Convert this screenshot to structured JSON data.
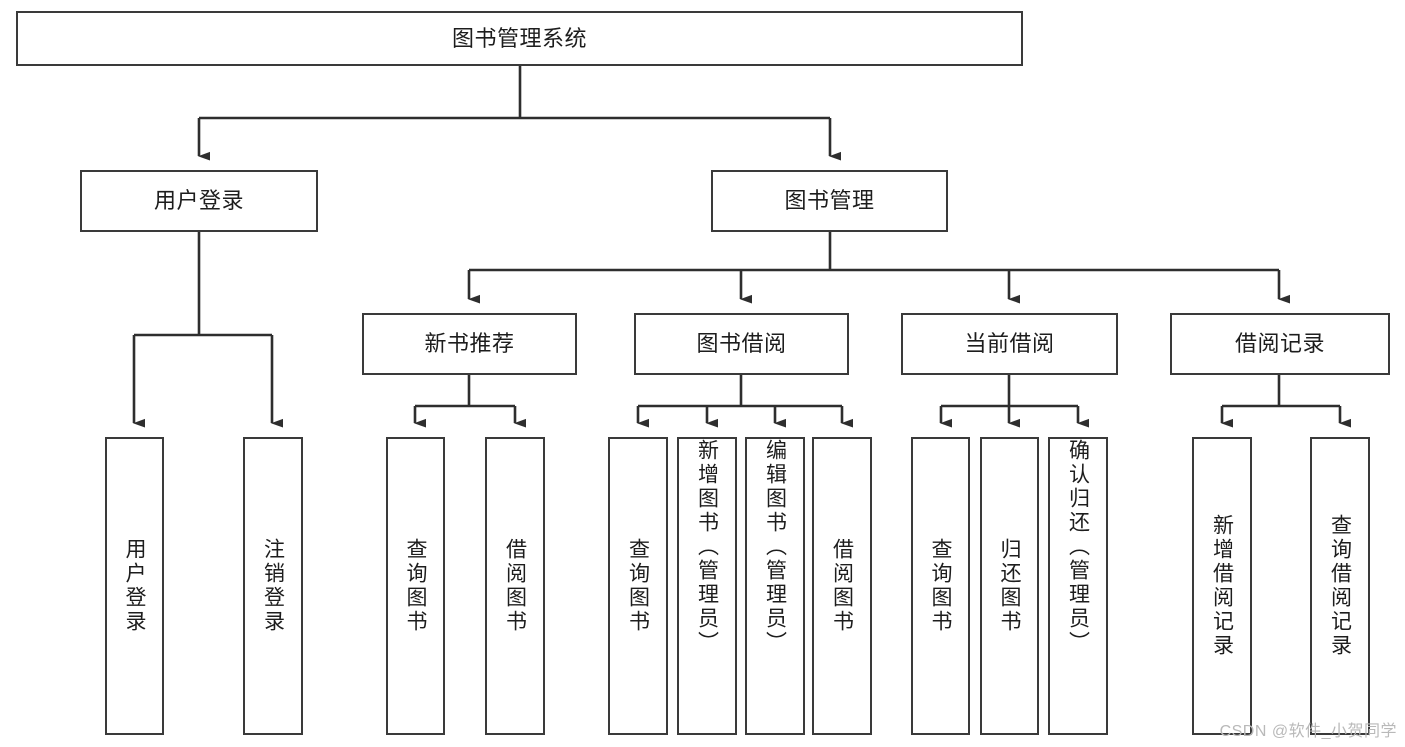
{
  "diagram": {
    "title": "图书管理系统",
    "type": "hierarchy-tree",
    "watermark": "CSDN @软件_小贺同学",
    "colors": {
      "box_border": "#3a3a3a",
      "box_fill": "#ffffff",
      "text": "#1d1d1d",
      "connector": "#2e2e2e",
      "watermark": "#b9b9b9"
    },
    "nodes": {
      "root": {
        "label": "图书管理系统"
      },
      "level2": [
        {
          "id": "user-login",
          "label": "用户登录"
        },
        {
          "id": "book-manage",
          "label": "图书管理"
        }
      ],
      "level3": [
        {
          "id": "new-book-recommend",
          "label": "新书推荐"
        },
        {
          "id": "book-borrow",
          "label": "图书借阅"
        },
        {
          "id": "current-borrow",
          "label": "当前借阅"
        },
        {
          "id": "borrow-record",
          "label": "借阅记录"
        }
      ],
      "leaves": {
        "user-login": [
          {
            "id": "leaf-user-login",
            "label": "用户登录"
          },
          {
            "id": "leaf-logout-login",
            "label": "注销登录"
          }
        ],
        "new-book-recommend": [
          {
            "id": "leaf-query-book-1",
            "label": "查询图书"
          },
          {
            "id": "leaf-borrow-book-1",
            "label": "借阅图书"
          }
        ],
        "book-borrow": [
          {
            "id": "leaf-query-book-2",
            "label": "查询图书"
          },
          {
            "id": "leaf-add-book",
            "label": "新增图书（管理员）"
          },
          {
            "id": "leaf-edit-book",
            "label": "编辑图书（管理员）"
          },
          {
            "id": "leaf-borrow-book-2",
            "label": "借阅图书"
          }
        ],
        "current-borrow": [
          {
            "id": "leaf-query-book-3",
            "label": "查询图书"
          },
          {
            "id": "leaf-return-book",
            "label": "归还图书"
          },
          {
            "id": "leaf-confirm-return",
            "label": "确认归还（管理员）"
          }
        ],
        "borrow-record": [
          {
            "id": "leaf-add-record",
            "label": "新增借阅记录"
          },
          {
            "id": "leaf-query-record",
            "label": "查询借阅记录"
          }
        ]
      }
    }
  }
}
